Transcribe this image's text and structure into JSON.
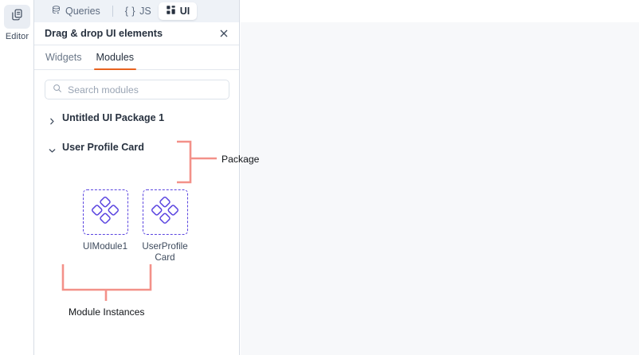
{
  "rail": {
    "icon": "editor-pages-icon",
    "label": "Editor"
  },
  "tabstrip": {
    "tabs": [
      {
        "label": "Queries",
        "icon": "database-icon",
        "active": false
      },
      {
        "label": "JS",
        "icon": "curly-braces-icon",
        "active": false
      },
      {
        "label": "UI",
        "icon": "grid-squares-icon",
        "active": true
      }
    ]
  },
  "panel": {
    "title": "Drag & drop UI elements",
    "close_icon": "close-icon",
    "subtabs": [
      {
        "label": "Widgets",
        "active": false
      },
      {
        "label": "Modules",
        "active": true
      }
    ],
    "search": {
      "icon": "search-icon",
      "placeholder": "Search modules",
      "value": ""
    },
    "tree": [
      {
        "label": "Untitled UI Package 1",
        "expanded": false,
        "icon": "chevron-right-icon"
      },
      {
        "label": "User Profile Card",
        "expanded": true,
        "icon": "chevron-down-icon"
      }
    ],
    "modules": [
      {
        "name": "UIModule1",
        "icon": "module-diamonds-icon"
      },
      {
        "name": "UserProfileCard",
        "icon": "module-diamonds-icon"
      }
    ]
  },
  "annotations": [
    {
      "label": "Package"
    },
    {
      "label": "Module Instances"
    }
  ],
  "colors": {
    "accent_orange": "#e8621f",
    "module_purple": "#5b45e0",
    "annotation_salmon": "#f39189",
    "canvas_bg": "#f7f8fa",
    "tabstrip_bg": "#eef2f7"
  }
}
